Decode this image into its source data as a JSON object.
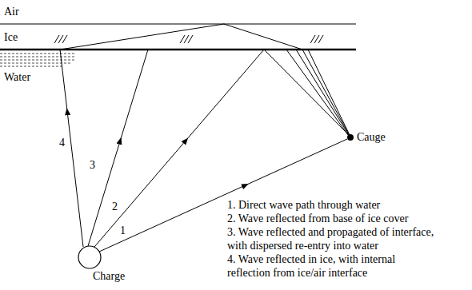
{
  "diagram": {
    "labels": [
      "Air",
      "Ice",
      "Water",
      "4",
      "3",
      "2",
      "1",
      "Cauge",
      "Charge",
      "1. Direct wave path through water",
      "2. Wave reflected from base of ice cover",
      "3. Wave reflected and propagated of interface, with dispersed re-entry into water",
      "4. Wave reflected in ice, with internal reflection from ice/air interface"
    ]
  }
}
